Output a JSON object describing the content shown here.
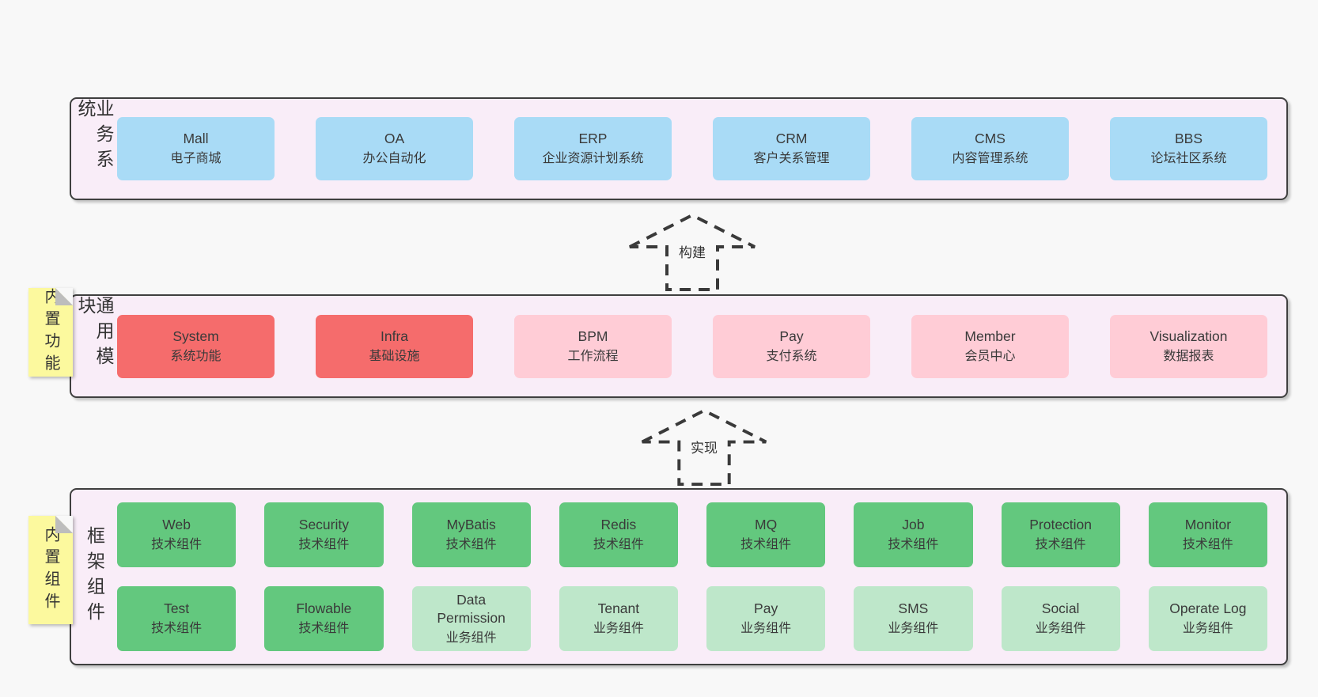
{
  "palette": {
    "page_bg": "#f8f8f8",
    "layer_bg": "#f9edf8",
    "layer_border": "#3f3f3f",
    "blue": "#a9dbf6",
    "red": "#f56c6c",
    "pink": "#ffccd6",
    "green": "#63c87e",
    "light_green": "#bee7ca",
    "note_yellow": "#fcf99e",
    "text": "#3a3a3a"
  },
  "arrows": [
    {
      "label": "构建"
    },
    {
      "label": "实现"
    }
  ],
  "layers": [
    {
      "label": "业务系统",
      "boxes": [
        {
          "name": "Mall",
          "subtitle": "电子商城"
        },
        {
          "name": "OA",
          "subtitle": "办公自动化"
        },
        {
          "name": "ERP",
          "subtitle": "企业资源计划系统"
        },
        {
          "name": "CRM",
          "subtitle": "客户关系管理"
        },
        {
          "name": "CMS",
          "subtitle": "内容管理系统"
        },
        {
          "name": "BBS",
          "subtitle": "论坛社区系统"
        }
      ]
    },
    {
      "label": "通用模块",
      "note": "内置功能",
      "boxes": [
        {
          "name": "System",
          "subtitle": "系统功能"
        },
        {
          "name": "Infra",
          "subtitle": "基础设施"
        },
        {
          "name": "BPM",
          "subtitle": "工作流程"
        },
        {
          "name": "Pay",
          "subtitle": "支付系统"
        },
        {
          "name": "Member",
          "subtitle": "会员中心"
        },
        {
          "name": "Visualization",
          "subtitle": "数据报表"
        }
      ]
    },
    {
      "label": "框架组件",
      "note": "内置组件",
      "rows": [
        [
          {
            "name": "Web",
            "subtitle": "技术组件"
          },
          {
            "name": "Security",
            "subtitle": "技术组件"
          },
          {
            "name": "MyBatis",
            "subtitle": "技术组件"
          },
          {
            "name": "Redis",
            "subtitle": "技术组件"
          },
          {
            "name": "MQ",
            "subtitle": "技术组件"
          },
          {
            "name": "Job",
            "subtitle": "技术组件"
          },
          {
            "name": "Protection",
            "subtitle": "技术组件"
          },
          {
            "name": "Monitor",
            "subtitle": "技术组件"
          }
        ],
        [
          {
            "name": "Test",
            "subtitle": "技术组件"
          },
          {
            "name": "Flowable",
            "subtitle": "技术组件"
          },
          {
            "name": "Data\nPermission",
            "subtitle": "业务组件"
          },
          {
            "name": "Tenant",
            "subtitle": "业务组件"
          },
          {
            "name": "Pay",
            "subtitle": "业务组件"
          },
          {
            "name": "SMS",
            "subtitle": "业务组件"
          },
          {
            "name": "Social",
            "subtitle": "业务组件"
          },
          {
            "name": "Operate Log",
            "subtitle": "业务组件"
          }
        ]
      ]
    }
  ]
}
